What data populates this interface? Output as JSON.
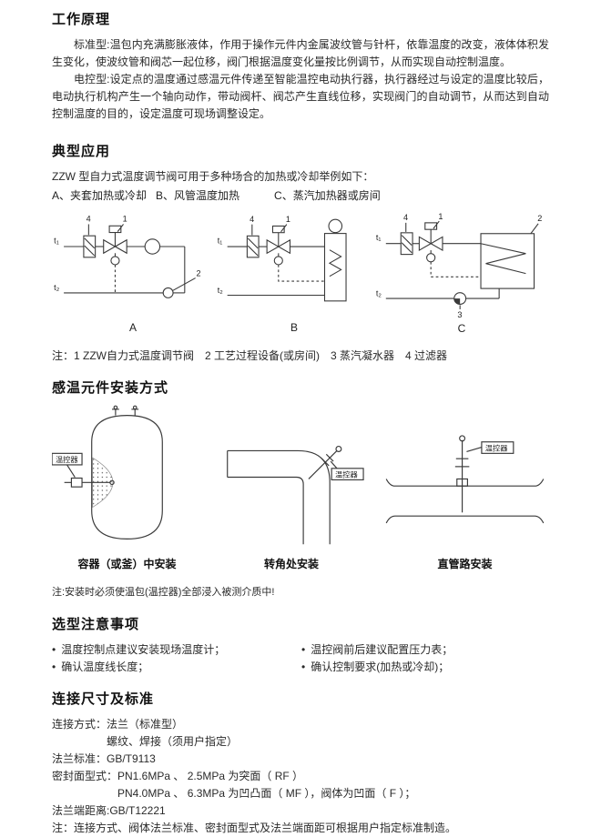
{
  "working_principle": {
    "title": "工作原理",
    "para1": "标准型:温包内充满膨胀液体，作用于操作元件内金属波纹管与针杆，依靠温度的改变，液体体积发生变化，使波纹管和阀芯一起位移，阀门根据温度变化量按比例调节，从而实现自动控制温度。",
    "para2": "电控型:设定点的温度通过感温元件传递至智能温控电动执行器，执行器经过与设定的温度比较后，电动执行机构产生一个轴向动作，带动阀杆、阀芯产生直线位移，实现阀门的自动调节，从而达到自动控制温度的目的，设定温度可现场调整设定。"
  },
  "applications": {
    "title": "典型应用",
    "intro": "ZZW 型自力式温度调节阀可用于多种场合的加热或冷却举例如下：",
    "case_a": "A、夹套加热或冷却",
    "case_b": "B、风管温度加热",
    "case_c": "C、蒸汽加热器或房间",
    "label_a": "A",
    "label_b": "B",
    "label_c": "C",
    "t1": "t₁",
    "t2": "t₂",
    "n1": "1",
    "n2": "2",
    "n3": "3",
    "n4": "4",
    "note": "注：1 ZZW自力式温度调节阀　2 工艺过程设备(或房间)　3 蒸汽凝水器　4 过滤器"
  },
  "installation": {
    "title": "感温元件安装方式",
    "sensor_label": "温控器",
    "caption_vessel": "容器（或釜）中安装",
    "caption_elbow": "转角处安装",
    "caption_straight": "直管路安装",
    "note": "注:安装时必须使温包(温控器)全部浸入被测介质中!"
  },
  "selection": {
    "title": "选型注意事项",
    "bullet": "•",
    "items": [
      "温度控制点建议安装现场温度计；",
      "温控阀前后建议配置压力表；",
      "确认温度线长度；",
      "确认控制要求(加热或冷却)；"
    ]
  },
  "connection": {
    "title": "连接尺寸及标准",
    "line1": "连接方式：法兰（标准型）",
    "line2": "螺纹、焊接（须用户指定）",
    "line3": "法兰标准：GB/T9113",
    "line4": "密封面型式：PN1.6MPa 、 2.5MPa 为突面（ RF ）",
    "line5": "PN4.0MPa 、 6.3MPa 为凹凸面（ MF ），阀体为凹面（ F ）；",
    "line6": "法兰端距离:GB/T12221",
    "note": "注：连接方式、阀体法兰标准、密封面型式及法兰端面距可根据用户指定标准制造。"
  }
}
